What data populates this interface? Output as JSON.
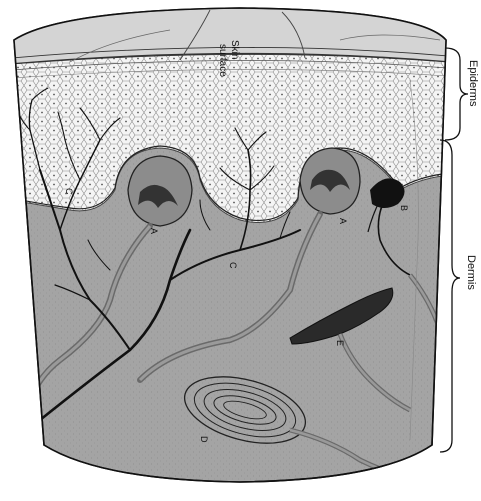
{
  "figure": {
    "surface_label_line1": "Skin",
    "surface_label_line2": "surface",
    "layer_labels": {
      "epidermis": "Epiderms",
      "dermis": "Dermis"
    },
    "structure_labels": {
      "a_left": "A",
      "a_right": "A",
      "b": "B",
      "c_upper": "C",
      "c_lower": "C",
      "d": "D",
      "e": "E"
    }
  },
  "colors": {
    "surface": "#d4d4d4",
    "epidermis": "#f4f4f4",
    "dermis": "#a2a2a2",
    "nerve": "#111111",
    "vessel": "#7a7a7a",
    "papilla": "#8c8c8c"
  }
}
